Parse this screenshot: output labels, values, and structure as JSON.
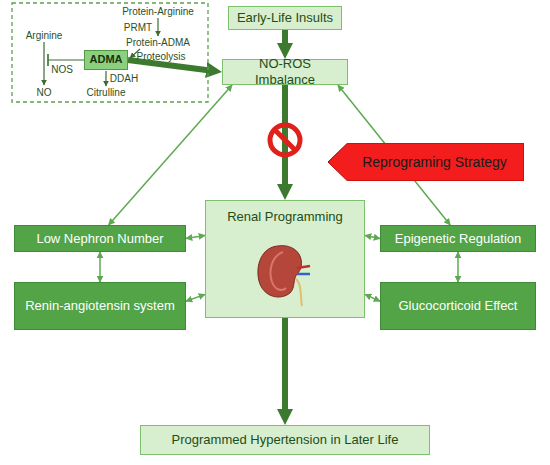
{
  "diagram": {
    "nodes": [
      {
        "text": [
          "ADMA"
        ]
      },
      {
        "text": [
          "Early-Life Insults"
        ]
      },
      {
        "text": [
          "NO-ROS Imbalance"
        ]
      },
      {
        "text": [
          "Reprograming Strategy"
        ]
      },
      {
        "text": [
          "Low Nephron Number"
        ]
      },
      {
        "text": [
          "Renal Programming"
        ]
      },
      {
        "text": [
          "Epigenetic Regulation"
        ]
      },
      {
        "text": [
          "Renin-angiotensin system"
        ]
      },
      {
        "text": [
          "Glucocorticoid Effect"
        ]
      },
      {
        "text": [
          "Programmed Hypertension in Later Life"
        ]
      }
    ],
    "edges": [
      {
        "from": 0,
        "to": 2,
        "arrow": "to"
      },
      {
        "from": 1,
        "to": 2,
        "arrow": "to"
      },
      {
        "from": 2,
        "to": 5,
        "arrow": "to"
      },
      {
        "from": 5,
        "to": 9,
        "arrow": "to"
      },
      {
        "from": 4,
        "to": 2,
        "arrow": "both"
      },
      {
        "from": 6,
        "to": 2,
        "arrow": "both"
      },
      {
        "from": 5,
        "to": 4,
        "arrow": "both"
      },
      {
        "from": 5,
        "to": 6,
        "arrow": "both"
      },
      {
        "from": 4,
        "to": 7,
        "arrow": "both"
      },
      {
        "from": 6,
        "to": 8,
        "arrow": "both"
      },
      {
        "from": 5,
        "to": 7,
        "arrow": "both"
      },
      {
        "from": 5,
        "to": 8,
        "arrow": "both"
      }
    ],
    "labels": [
      "Protein-Arginine",
      "PRMT",
      "Protein-ADMA",
      "Proteolysis",
      "Arginine",
      "NOS",
      "DDAH",
      "NO",
      "Citrulline"
    ]
  }
}
